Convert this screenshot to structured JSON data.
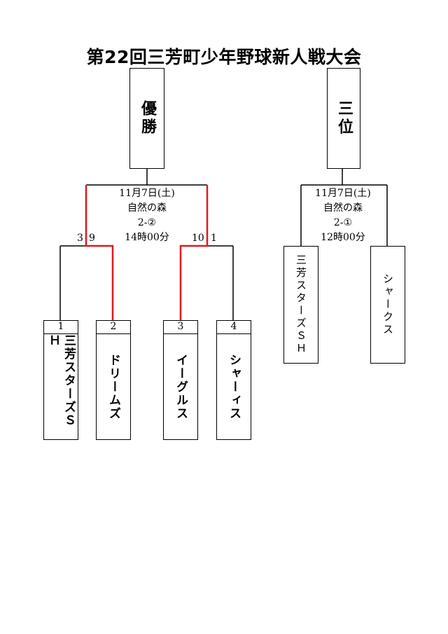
{
  "title": "第22回三芳町少年野球新人戦大会",
  "final": {
    "result_label": "優勝",
    "date": "11月7日(土)",
    "venue": "自然の森",
    "score": "2-②",
    "time": "14時00分",
    "semi_left_scores": {
      "left": "3",
      "right": "9"
    },
    "semi_right_scores": {
      "left": "10",
      "right": "1"
    }
  },
  "third_place": {
    "result_label": "三位",
    "date": "11月7日(土)",
    "venue": "自然の森",
    "score": "2-①",
    "time": "12時00分",
    "teams": [
      "三芳スターズＳＨ",
      "シャークス"
    ]
  },
  "teams": [
    {
      "seed": "1",
      "name": "三芳スターズＳＨ"
    },
    {
      "seed": "2",
      "name": "ドリームズ"
    },
    {
      "seed": "3",
      "name": "イーグルス"
    },
    {
      "seed": "4",
      "name": "シャーィス"
    }
  ],
  "colors": {
    "winner_line": "#e0191f",
    "line": "#000000"
  }
}
